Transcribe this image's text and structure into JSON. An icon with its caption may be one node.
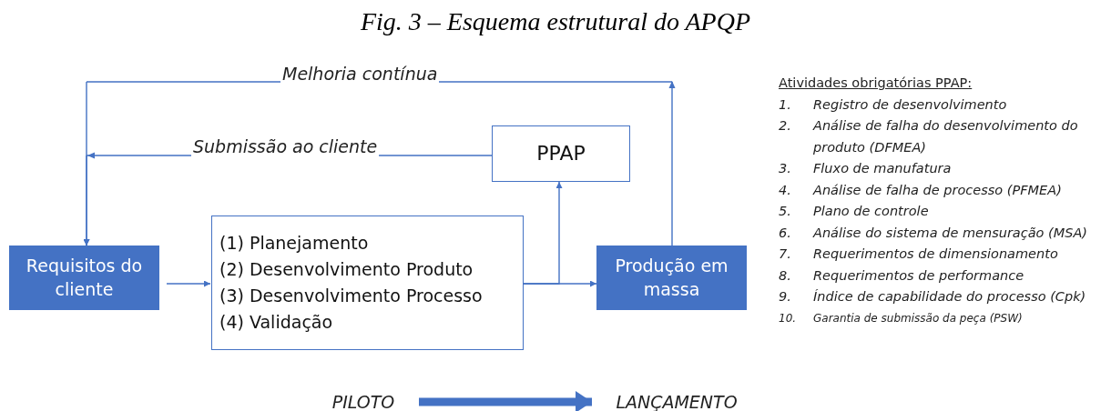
{
  "diagram": {
    "title": "Fig. 3 – Esquema estrutural do APQP",
    "nodes": [
      {
        "text": [
          "Requisitos do cliente"
        ]
      },
      {
        "text": [
          "(1) Planejamento",
          "(2) Desenvolvimento Produto",
          "(3) Desenvolvimento Processo",
          "(4) Validação"
        ]
      },
      {
        "text": [
          "PPAP"
        ]
      },
      {
        "text": [
          "Produção em massa"
        ]
      },
      {
        "text": [
          "PILOTO"
        ]
      },
      {
        "text": [
          "LANÇAMENTO"
        ]
      }
    ],
    "edges": [
      {
        "from": 0,
        "to": 1,
        "arrow": "to"
      },
      {
        "from": 1,
        "to": 3,
        "arrow": "to"
      },
      {
        "from": 1,
        "to": 2,
        "arrow": "to"
      },
      {
        "from": 2,
        "to": 0,
        "arrow": "to",
        "label": "Submissão ao cliente"
      },
      {
        "from": 3,
        "to": 0,
        "arrow": "to",
        "label": "Melhoria contínua"
      },
      {
        "from": 4,
        "to": 5,
        "arrow": "to",
        "style": "thick"
      }
    ],
    "labels": [
      "Atividades obrigatórias PPAP:",
      "1.",
      "Registro de desenvolvimento",
      "2.",
      "Análise de falha do desenvolvimento do produto (DFMEA)",
      "3.",
      "Fluxo de manufatura",
      "4.",
      "Análise de falha de processo (PFMEA)",
      "5.",
      "Plano de controle",
      "6.",
      "Análise do sistema de mensuração (MSA)",
      "7.",
      "Requerimentos de dimensionamento",
      "8.",
      "Requerimentos de performance",
      "9.",
      "Índice de capabilidade do processo (Cpk)",
      "10.",
      "Garantia de submissão da peça (PSW)"
    ]
  }
}
